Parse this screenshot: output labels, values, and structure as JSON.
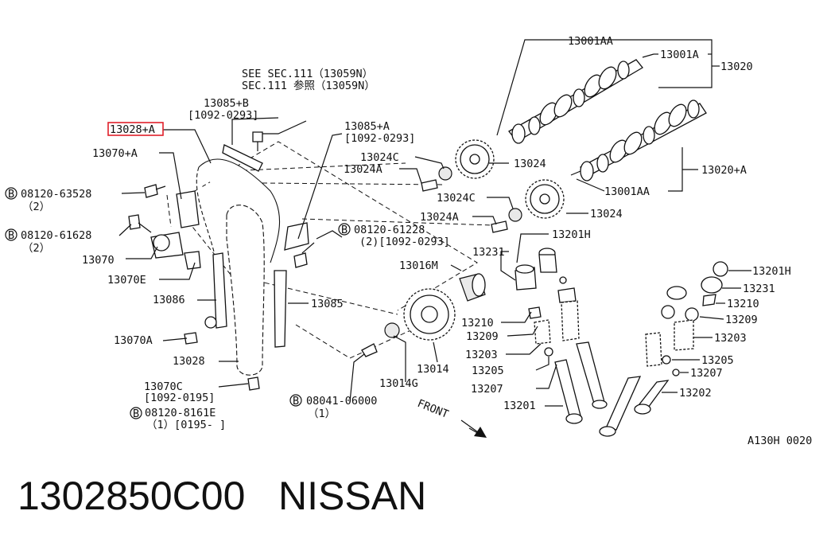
{
  "callouts": {
    "see_sec_line1": "SEE SEC.111（13059N）",
    "see_sec_line2": "SEC.111 参照（13059N）",
    "c13085b": "13085+B",
    "c13085b_date": "[1092-0293]",
    "c13028a": "13028+A",
    "c13070a_plus": "13070+A",
    "bolt_63528": "08120-63528",
    "bolt_63528_qty": "（2）",
    "bolt_61628": "08120-61628",
    "bolt_61628_qty": "（2）",
    "c13070": "13070",
    "c13070e": "13070E",
    "c13086": "13086",
    "c13070a": "13070A",
    "c13028": "13028",
    "c13070c": "13070C",
    "c13070c_date": "[1092-0195]",
    "bolt_8161e": "08120-8161E",
    "bolt_8161e_qty": "（1）[0195-      ]",
    "c13085a": "13085+A",
    "c13085a_date": "[1092-0293]",
    "c13024c_1": "13024C",
    "c13024a_1": "13024A",
    "c13024_1": "13024",
    "c13024c_2": "13024C",
    "c13024a_2": "13024A",
    "c13024_2": "13024",
    "bolt_61228": "08120-61228",
    "bolt_61228_qty": "(2)[1092-0293]",
    "c13231_a": "13231",
    "c13016m": "13016M",
    "c13085": "13085",
    "c13210_a": "13210",
    "c13209_a": "13209",
    "c13203_a": "13203",
    "c13205_a": "13205",
    "c13207_a": "13207",
    "c13201_a": "13201",
    "c13014": "13014",
    "c13014g": "13014G",
    "bolt_06000": "08041-06000",
    "bolt_06000_qty": "（1）",
    "c13201h_a": "13201H",
    "c13001aa_top": "13001AA",
    "c13001a": "13001A",
    "c13020": "13020",
    "c13020a": "13020+A",
    "c13001aa_bot": "13001AA",
    "c13201h_b": "13201H",
    "c13231_b": "13231",
    "c13210_b": "13210",
    "c13209_b": "13209",
    "c13203_b": "13203",
    "c13205_b": "13205",
    "c13207_b": "13207",
    "c13202": "13202",
    "front": "FRONT",
    "ref_code": "A130H 0020",
    "b_marker": "B"
  },
  "highlight_color": "#e0202a",
  "footer": {
    "part_number": "1302850C00   NISSAN"
  }
}
